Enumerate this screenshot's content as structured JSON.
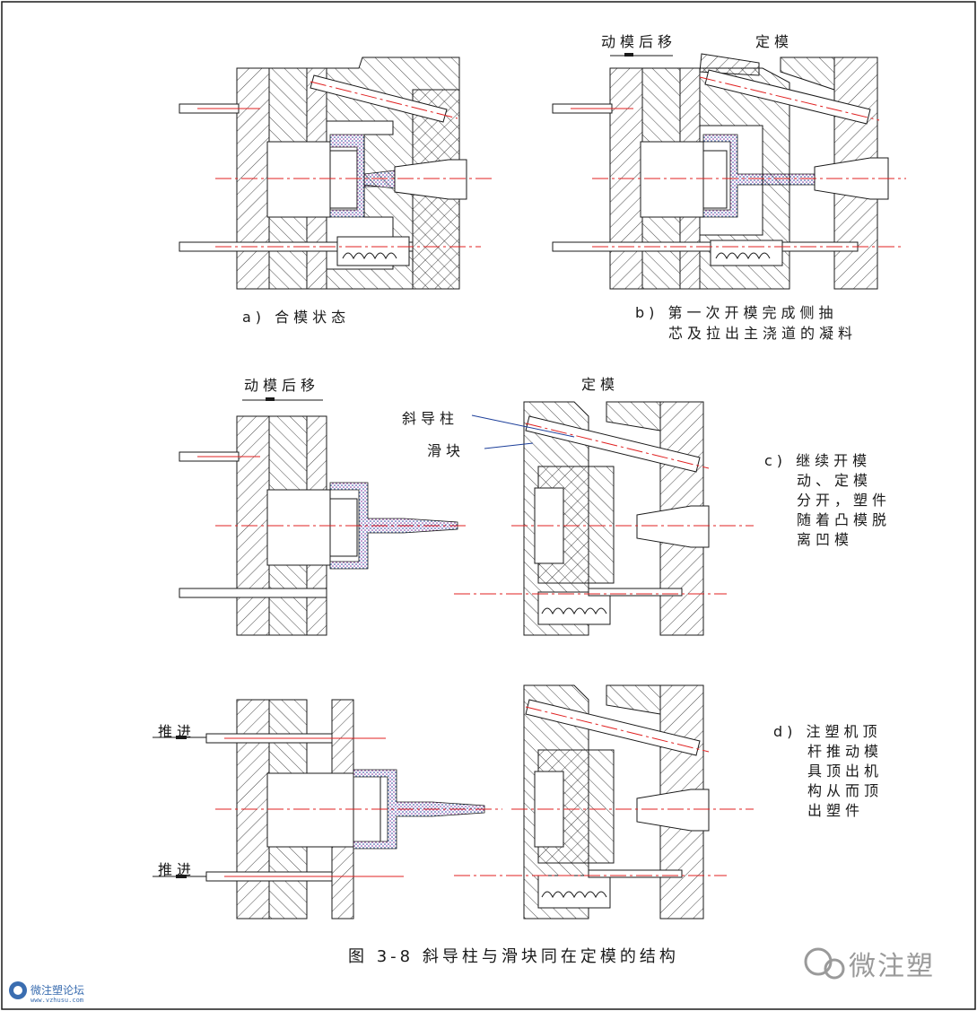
{
  "figure": {
    "caption": "图 3-8  斜导柱与滑块同在定模的结构",
    "panel_a": {
      "label": "a) 合模状态"
    },
    "panel_b": {
      "top_left": "动模后移",
      "top_right": "定模",
      "label_line1": "b) 第一次开模完成侧抽",
      "label_line2": "芯及拉出主浇道的凝料"
    },
    "panel_c": {
      "top_left": "动模后移",
      "top_right": "定模",
      "callout_pin": "斜导柱",
      "callout_slider": "滑块",
      "desc": [
        "c) 继续开模",
        "动、定模",
        "分开，塑件",
        "随着凸模脱",
        "离凹模"
      ]
    },
    "panel_d": {
      "push_top": "推进",
      "push_bottom": "推进",
      "desc": [
        "d) 注塑机顶",
        "杆推动模",
        "具顶出机",
        "构从而顶",
        "出塑件"
      ]
    }
  },
  "watermark": {
    "brand": "微注塑",
    "forum": "微注塑论坛",
    "url": "www.vzhusu.com"
  },
  "colors": {
    "line": "#1a1a1a",
    "center_line": "#e02020",
    "plastic": "#6a2a9a"
  }
}
